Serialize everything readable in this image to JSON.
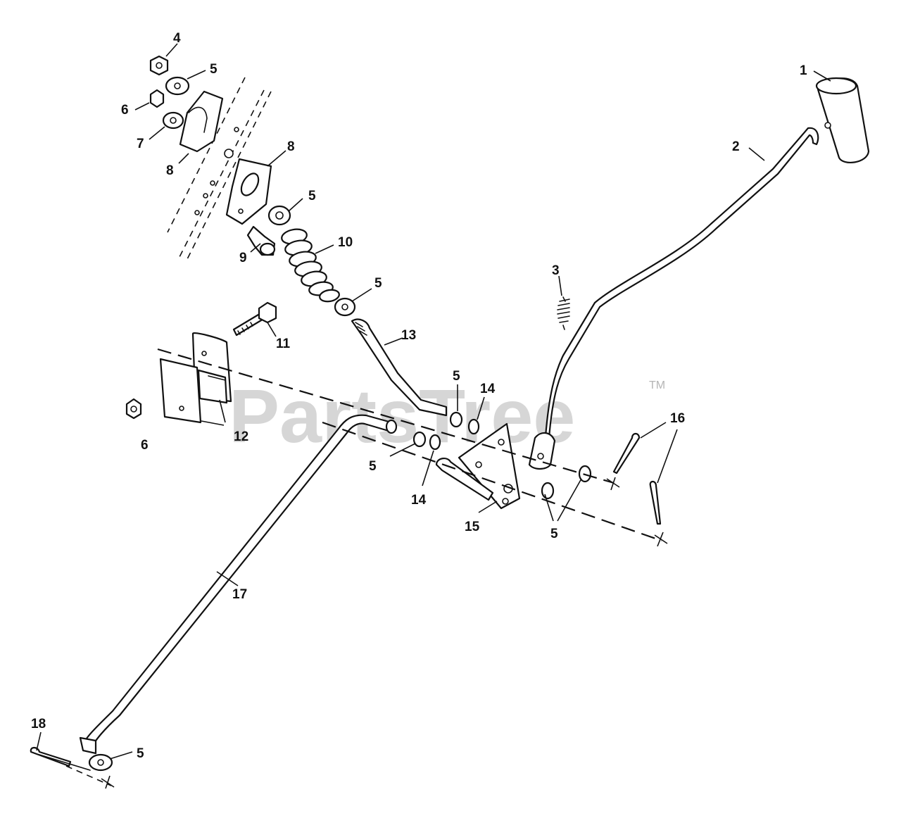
{
  "watermark": {
    "text": "PartsTree",
    "trademark": "TM"
  },
  "callouts": {
    "c1": "1",
    "c2": "2",
    "c3": "3",
    "c4": "4",
    "c5a": "5",
    "c5b": "5",
    "c5c": "5",
    "c5d": "5",
    "c5e": "5",
    "c5f": "5",
    "c5g": "5",
    "c6a": "6",
    "c6b": "6",
    "c7": "7",
    "c8a": "8",
    "c8b": "8",
    "c9": "9",
    "c10": "10",
    "c11": "11",
    "c12": "12",
    "c13": "13",
    "c14a": "14",
    "c14b": "14",
    "c15": "15",
    "c16": "16",
    "c17": "17",
    "c18": "18"
  }
}
